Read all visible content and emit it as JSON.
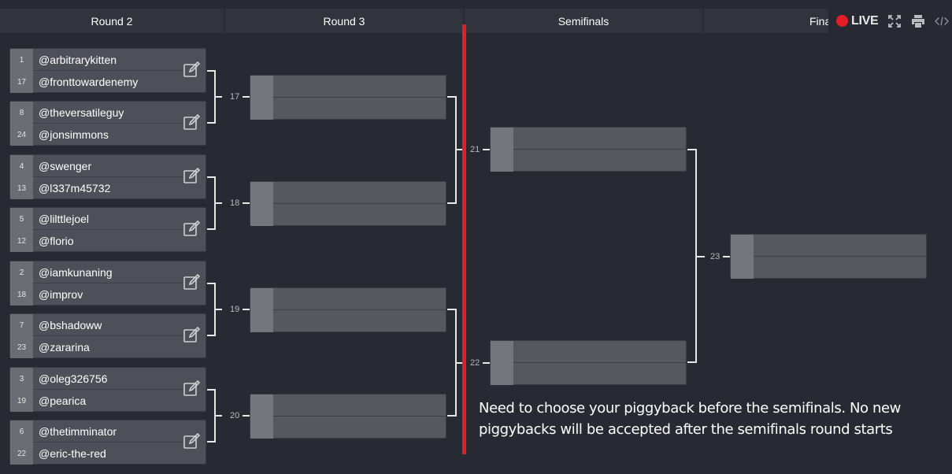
{
  "rounds": [
    "Round 2",
    "Round 3",
    "Semifinals",
    "Final"
  ],
  "toolbar": {
    "live_label": "LIVE",
    "icons": [
      "fullscreen-icon",
      "print-icon",
      "embed-code-icon"
    ]
  },
  "round2": [
    {
      "top": {
        "seed": "1",
        "name": "@arbitrarykitten"
      },
      "bottom": {
        "seed": "17",
        "name": "@fronttowardenemy"
      }
    },
    {
      "top": {
        "seed": "8",
        "name": "@theversatileguy"
      },
      "bottom": {
        "seed": "24",
        "name": "@jonsimmons"
      }
    },
    {
      "top": {
        "seed": "4",
        "name": "@swenger"
      },
      "bottom": {
        "seed": "13",
        "name": "@l337m45732"
      }
    },
    {
      "top": {
        "seed": "5",
        "name": "@lilttlejoel"
      },
      "bottom": {
        "seed": "12",
        "name": "@florio"
      }
    },
    {
      "top": {
        "seed": "2",
        "name": "@iamkunaning"
      },
      "bottom": {
        "seed": "18",
        "name": "@improv"
      }
    },
    {
      "top": {
        "seed": "7",
        "name": "@bshadoww"
      },
      "bottom": {
        "seed": "23",
        "name": "@zararina"
      }
    },
    {
      "top": {
        "seed": "3",
        "name": "@oleg326756"
      },
      "bottom": {
        "seed": "19",
        "name": "@pearica"
      }
    },
    {
      "top": {
        "seed": "6",
        "name": "@thetimminator"
      },
      "bottom": {
        "seed": "22",
        "name": "@eric-the-red"
      }
    }
  ],
  "match_numbers": {
    "m17": "17",
    "m18": "18",
    "m19": "19",
    "m20": "20",
    "m21": "21",
    "m22": "22",
    "m23": "23"
  },
  "note": "Need to choose your piggyback before the semifinals. No new piggybacks will be accepted after the semifinals round starts",
  "colors": {
    "live": "#e31e24",
    "annotation_line": "#e31e24",
    "background": "#272a33",
    "match_bg": "#4e5059"
  }
}
